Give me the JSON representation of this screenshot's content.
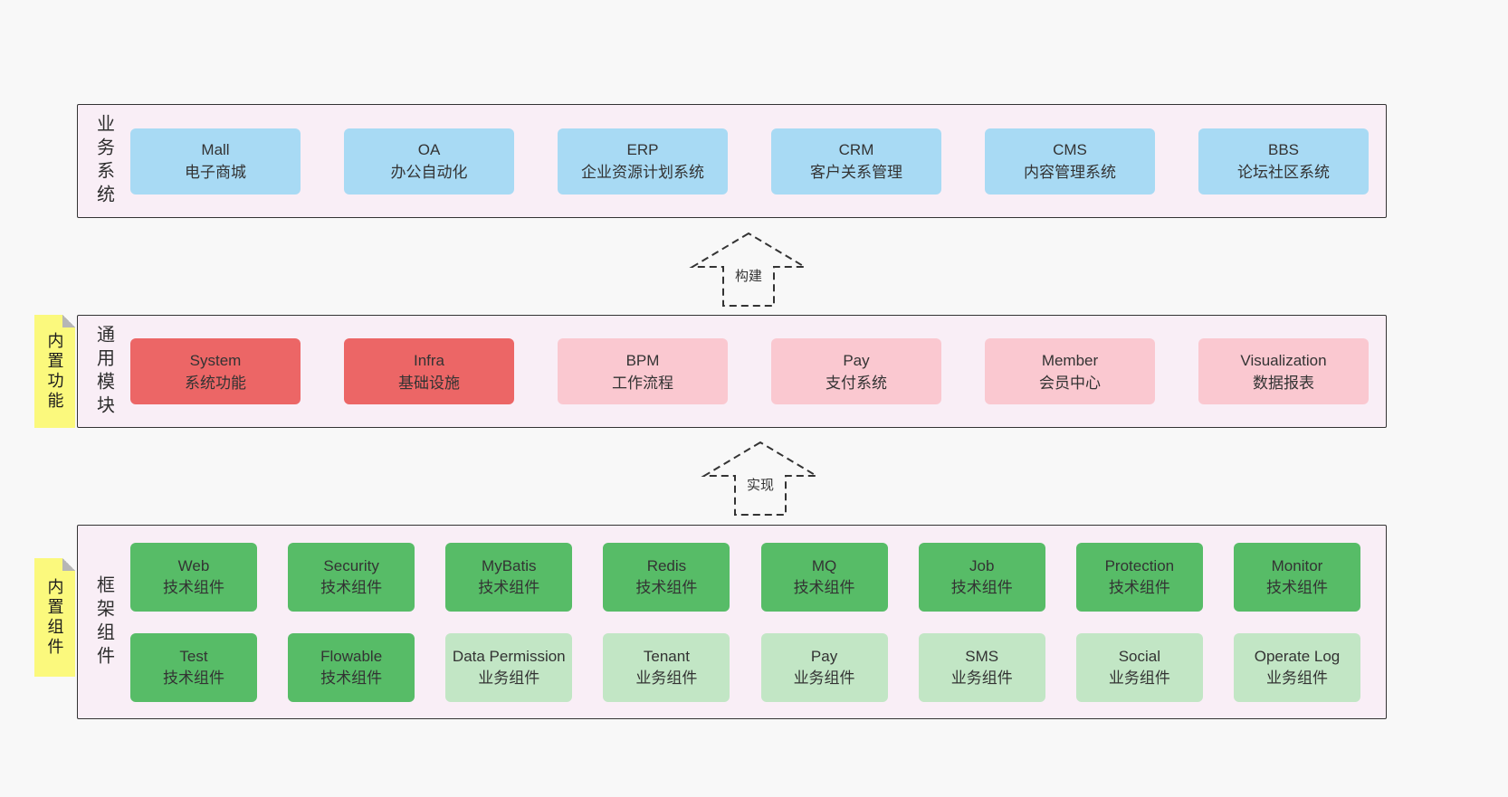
{
  "colors": {
    "page_bg": "#f8f8f8",
    "panel_bg": "#f9eef6",
    "panel_border": "#333333",
    "blue": "#a8daf4",
    "red": "#ec6666",
    "pink": "#fac8d0",
    "green_dark": "#57bc67",
    "green_light": "#c2e6c5",
    "note_yellow": "#fbf97d"
  },
  "arrows": [
    {
      "label": "构建"
    },
    {
      "label": "实现"
    }
  ],
  "layers": [
    {
      "label": "业务系统",
      "boxes": [
        {
          "title": "Mall",
          "subtitle": "电子商城"
        },
        {
          "title": "OA",
          "subtitle": "办公自动化"
        },
        {
          "title": "ERP",
          "subtitle": "企业资源计划系统"
        },
        {
          "title": "CRM",
          "subtitle": "客户关系管理"
        },
        {
          "title": "CMS",
          "subtitle": "内容管理系统"
        },
        {
          "title": "BBS",
          "subtitle": "论坛社区系统"
        }
      ]
    },
    {
      "label": "通用模块",
      "note": "内置功能",
      "boxes": [
        {
          "title": "System",
          "subtitle": "系统功能",
          "variant": "red"
        },
        {
          "title": "Infra",
          "subtitle": "基础设施",
          "variant": "red"
        },
        {
          "title": "BPM",
          "subtitle": "工作流程",
          "variant": "pink"
        },
        {
          "title": "Pay",
          "subtitle": "支付系统",
          "variant": "pink"
        },
        {
          "title": "Member",
          "subtitle": "会员中心",
          "variant": "pink"
        },
        {
          "title": "Visualization",
          "subtitle": "数据报表",
          "variant": "pink"
        }
      ]
    },
    {
      "label": "框架组件",
      "note": "内置组件",
      "rows": [
        [
          {
            "title": "Web",
            "subtitle": "技术组件",
            "variant": "green-dark"
          },
          {
            "title": "Security",
            "subtitle": "技术组件",
            "variant": "green-dark"
          },
          {
            "title": "MyBatis",
            "subtitle": "技术组件",
            "variant": "green-dark"
          },
          {
            "title": "Redis",
            "subtitle": "技术组件",
            "variant": "green-dark"
          },
          {
            "title": "MQ",
            "subtitle": "技术组件",
            "variant": "green-dark"
          },
          {
            "title": "Job",
            "subtitle": "技术组件",
            "variant": "green-dark"
          },
          {
            "title": "Protection",
            "subtitle": "技术组件",
            "variant": "green-dark"
          },
          {
            "title": "Monitor",
            "subtitle": "技术组件",
            "variant": "green-dark"
          }
        ],
        [
          {
            "title": "Test",
            "subtitle": "技术组件",
            "variant": "green-dark"
          },
          {
            "title": "Flowable",
            "subtitle": "技术组件",
            "variant": "green-dark"
          },
          {
            "title": "Data Permission",
            "subtitle": "业务组件",
            "variant": "green-light"
          },
          {
            "title": "Tenant",
            "subtitle": "业务组件",
            "variant": "green-light"
          },
          {
            "title": "Pay",
            "subtitle": "业务组件",
            "variant": "green-light"
          },
          {
            "title": "SMS",
            "subtitle": "业务组件",
            "variant": "green-light"
          },
          {
            "title": "Social",
            "subtitle": "业务组件",
            "variant": "green-light"
          },
          {
            "title": "Operate Log",
            "subtitle": "业务组件",
            "variant": "green-light"
          }
        ]
      ]
    }
  ]
}
